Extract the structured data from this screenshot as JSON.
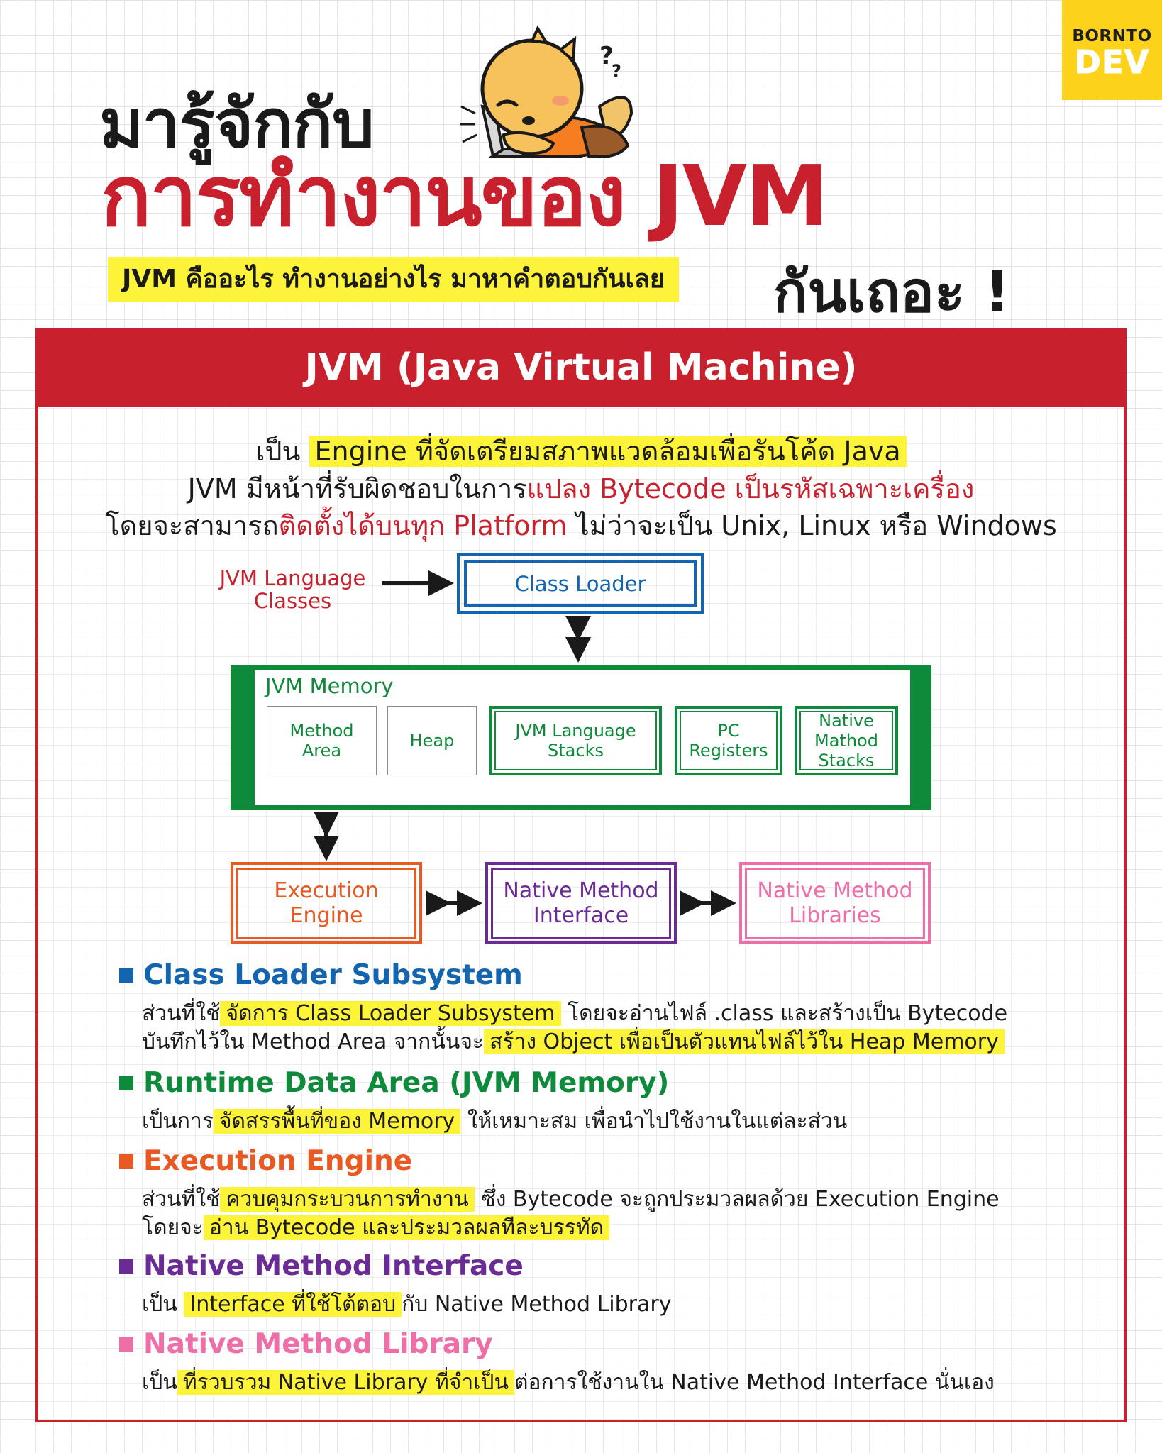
{
  "logo": {
    "line1": "BORNTO",
    "line2": "DEV"
  },
  "title": {
    "line1": "มารู้จักกับ",
    "line2": "การทำงานของ JVM",
    "subtitle": "JVM คืออะไร ทำงานอย่างไร มาหาคำตอบกันเลย",
    "line3": "กันเถอะ !"
  },
  "panel": {
    "header": "JVM (Java Virtual Machine)",
    "intro": {
      "l1_pre": "เป็น ",
      "l1_hl": "Engine ที่จัดเตรียมสภาพแวดล้อมเพื่อรันโค้ด Java",
      "l2_pre": "JVM มีหน้าที่รับผิดชอบในการ",
      "l2_red": "แปลง Bytecode เป็นรหัสเฉพาะเครื่อง",
      "l3_pre": "โดยจะสามารถ",
      "l3_red": "ติดตั้งได้บนทุก Platform",
      "l3_post": " ไม่ว่าจะเป็น Unix, Linux หรือ Windows"
    }
  },
  "diagram": {
    "jvm_language_classes": "JVM Language\nClasses",
    "class_loader": "Class Loader",
    "jvm_memory": "JVM Memory",
    "memory_items": {
      "method_area": "Method\nArea",
      "heap": "Heap",
      "jvm_language_stacks": "JVM Language\nStacks",
      "pc_registers": "PC\nRegisters",
      "native_method_stacks": "Native\nMathod\nStacks"
    },
    "execution_engine": "Execution\nEngine",
    "native_method_interface": "Native Method\nInterface",
    "native_method_libraries": "Native Method\nLibraries"
  },
  "sections": {
    "s1": {
      "title": "Class Loader Subsystem",
      "a_pre": "ส่วนที่ใช้",
      "a_hl": "จัดการ Class Loader Subsystem",
      "a_post": " โดยจะอ่านไฟล์ .class และสร้างเป็น Bytecode",
      "b_pre": "บันทึกไว้ใน Method Area จากนั้นจะ",
      "b_hl": "สร้าง Object เพื่อเป็นตัวแทนไฟล์ไว้ใน Heap Memory"
    },
    "s2": {
      "title": "Runtime Data Area (JVM Memory)",
      "a_pre": "เป็นการ",
      "a_hl": "จัดสรรพื้นที่ของ Memory",
      "a_post": " ให้เหมาะสม เพื่อนำไปใช้งานในแต่ละส่วน"
    },
    "s3": {
      "title": "Execution Engine",
      "a_pre": "ส่วนที่ใช้",
      "a_hl": "ควบคุมกระบวนการทำงาน",
      "a_post": " ซึ่ง Bytecode จะถูกประมวลผลด้วย Execution Engine",
      "b_pre": "โดยจะ",
      "b_hl": "อ่าน Bytecode และประมวลผลทีละบรรทัด"
    },
    "s4": {
      "title": "Native Method Interface",
      "a_pre": "เป็น ",
      "a_hl": "Interface ที่ใช้โต้ตอบ",
      "a_post": "กับ Native Method Library"
    },
    "s5": {
      "title": "Native Method Library",
      "a_pre": "เป็น",
      "a_hl": "ที่รวบรวม Native Library ที่จำเป็น",
      "a_post": "ต่อการใช้งานใน Native Method Interface นั่นเอง"
    }
  },
  "colors": {
    "red": "#c8202d",
    "blue": "#1365b0",
    "green": "#0e8a3b",
    "orange": "#e85a22",
    "purple": "#6a2c94",
    "pink": "#ee6fa7",
    "yellow": "#fdf43a",
    "logo_yellow": "#fdd21b"
  },
  "icons": {
    "mascot": "sleeping-dinosaur-laptop-illustration",
    "arrows": "double-headed-arrow"
  }
}
